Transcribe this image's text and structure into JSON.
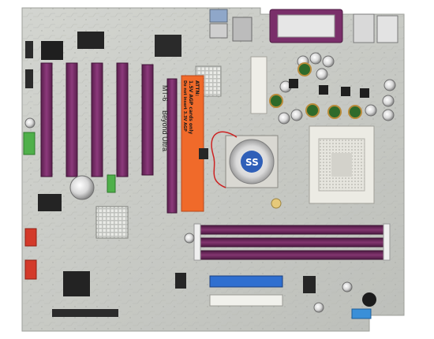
{
  "photo": {
    "subject": "motherboard",
    "board_model": "MT-6 ",
    "board_slogan": "Beyond Ultra",
    "sticker_lines": [
      "ATTN:",
      "1.5V AGP cards only",
      "Do not insert 3.3V AGP"
    ],
    "fan_label": "SS",
    "colors": {
      "board": "#c9cbc6",
      "pci_slot": "#7a2f6a",
      "dimm_slot": "#6e2a5e",
      "ide_blue": "#2f6fd0",
      "ide_white": "#f1f1ec",
      "fdd": "#e9e9e2",
      "header_red": "#d33a2a",
      "header_green": "#4fb04a",
      "socket": "#ecebe4",
      "sticker": "#f06a2a",
      "background": "#ffffff"
    }
  }
}
